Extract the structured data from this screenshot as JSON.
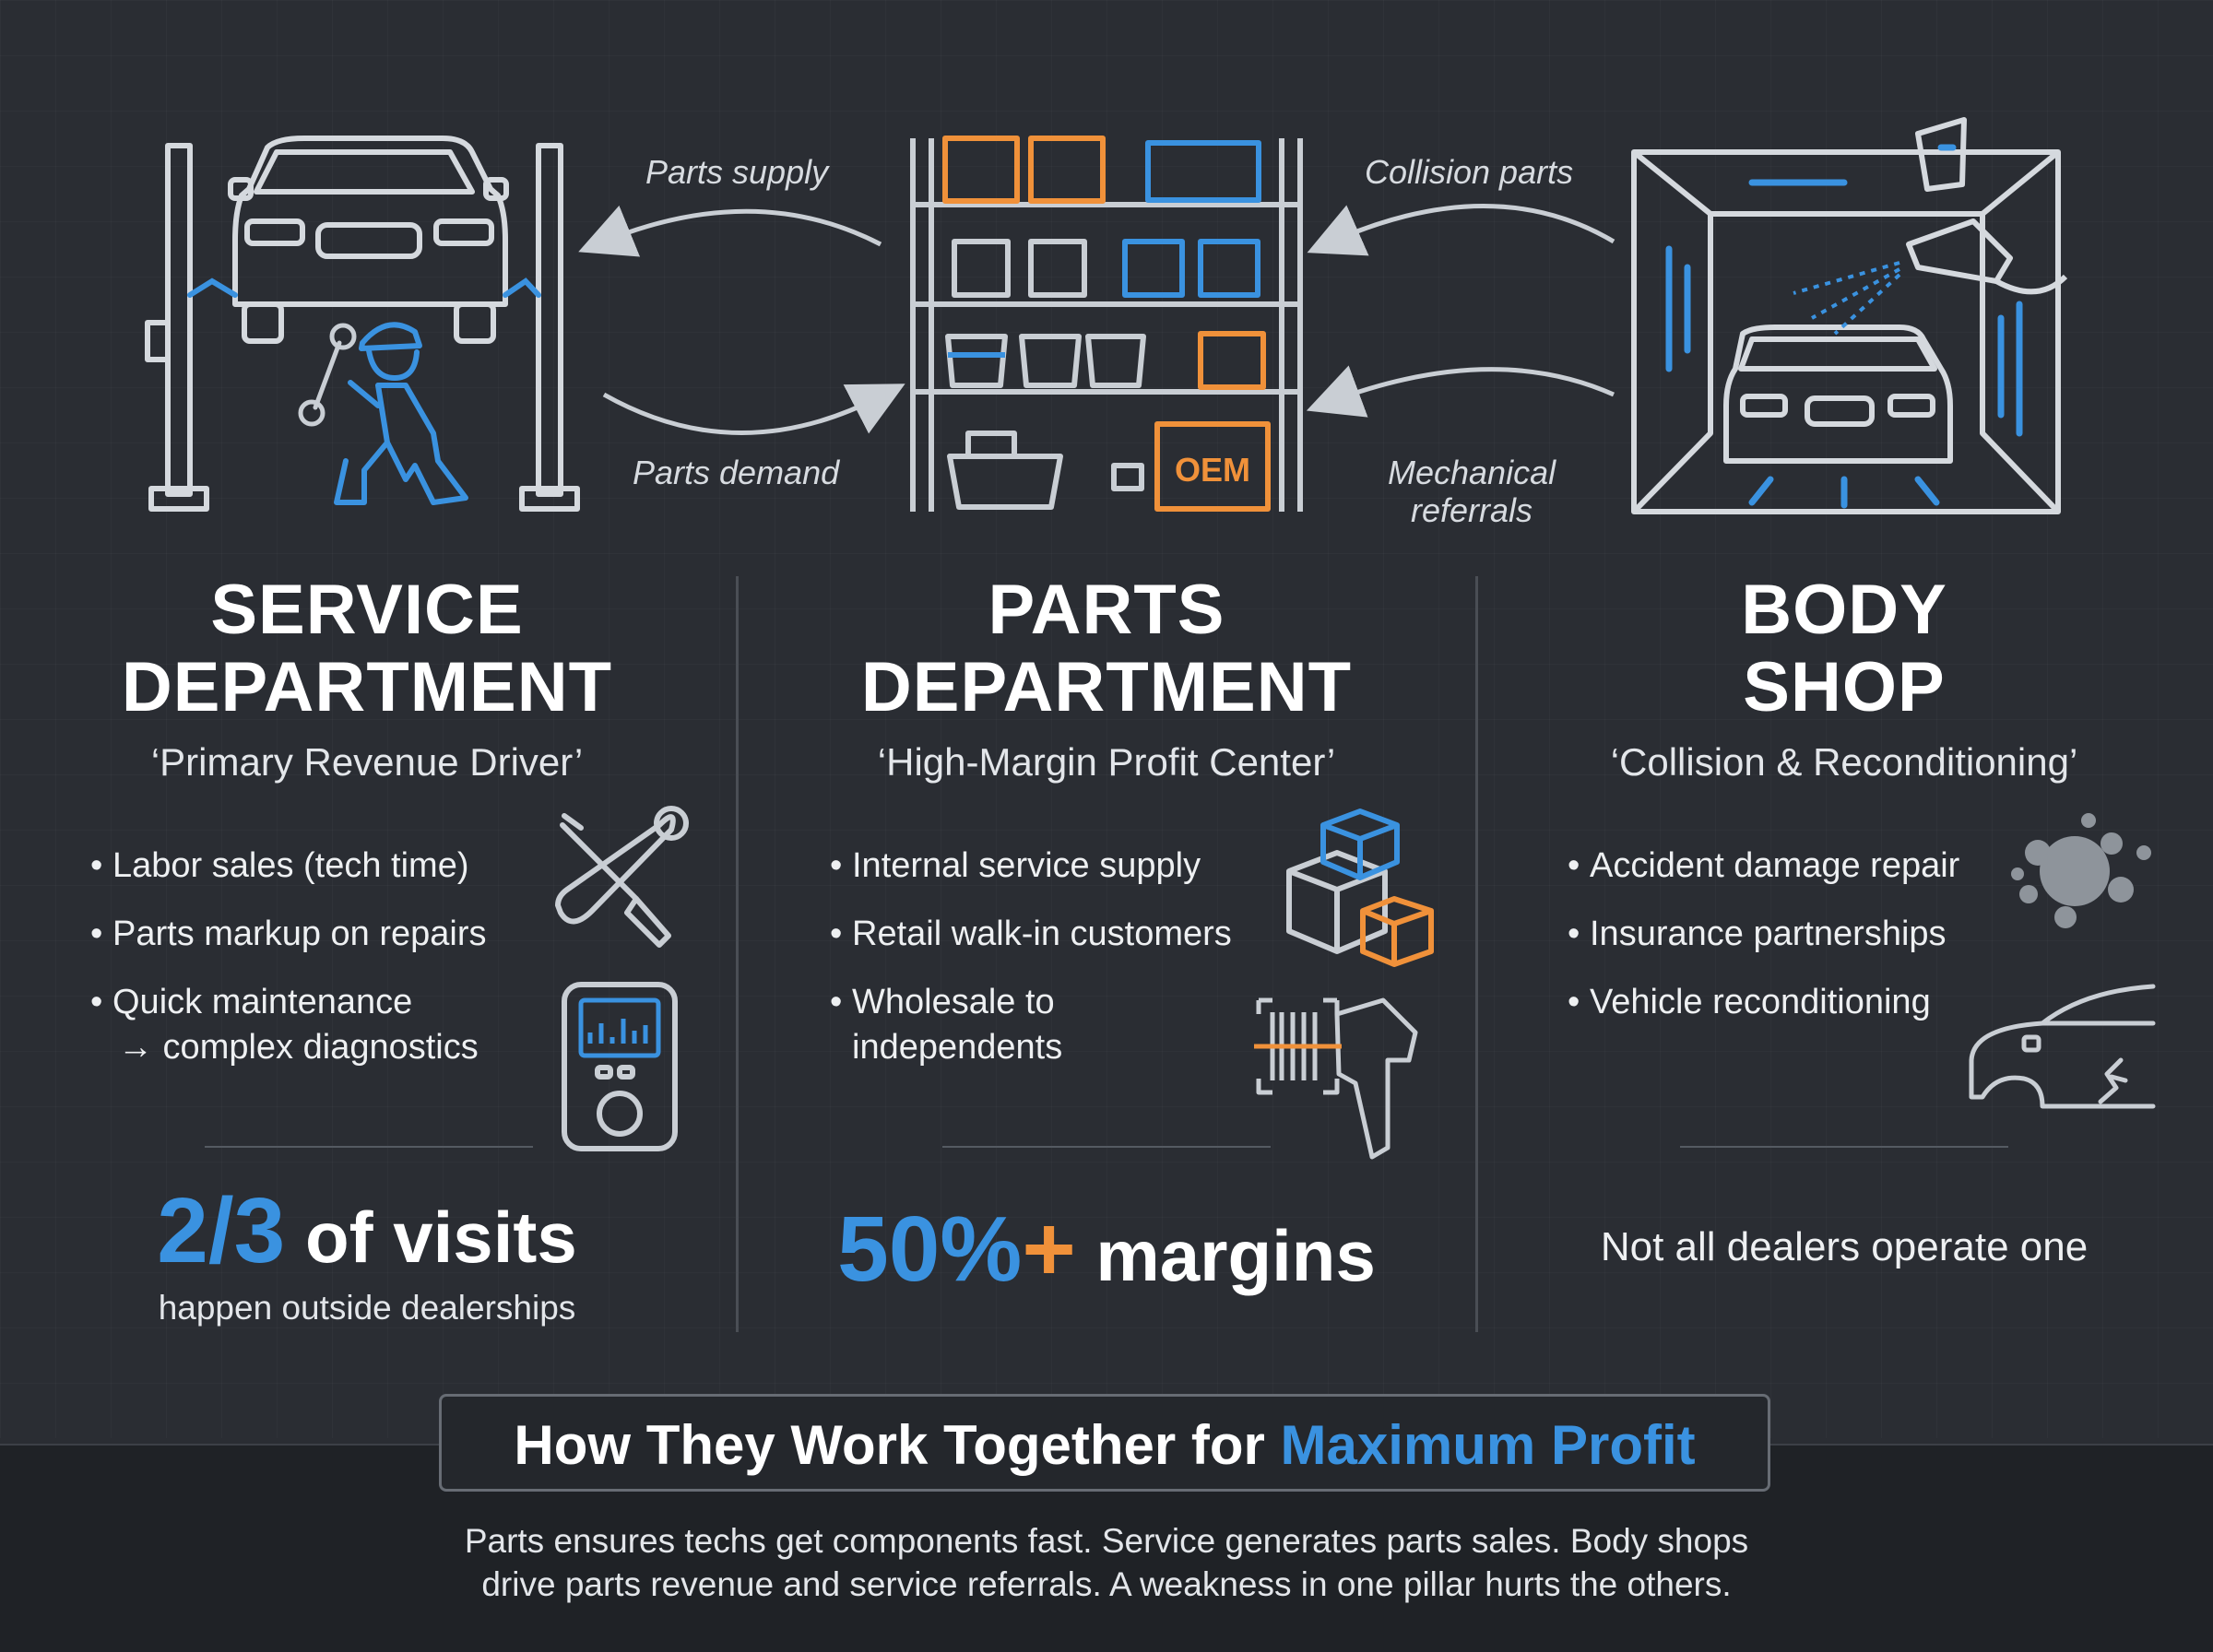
{
  "flows": {
    "parts_supply": "Parts supply",
    "parts_demand": "Parts demand",
    "collision_parts": "Collision parts",
    "mechanical_referrals_1": "Mechanical",
    "mechanical_referrals_2": "referrals"
  },
  "shelf": {
    "oem_label": "OEM"
  },
  "columns": [
    {
      "title_1": "SERVICE",
      "title_2": "DEPARTMENT",
      "subtitle": "‘Primary Revenue Driver’",
      "bullets": [
        "Labor sales (tech time)",
        "Parts markup on repairs",
        "Quick maintenance",
        "→ complex diagnostics"
      ],
      "stat_big": "2/3",
      "stat_rest": " of visits",
      "stat_small": "happen outside dealerships"
    },
    {
      "title_1": "PARTS",
      "title_2": "DEPARTMENT",
      "subtitle": "‘High-Margin Profit Center’",
      "bullets": [
        "Internal service supply",
        "Retail walk-in customers",
        "Wholesale to",
        "independents"
      ],
      "stat_big": "50%",
      "stat_plus": "+",
      "stat_rest": " margins"
    },
    {
      "title_1": "BODY",
      "title_2": "SHOP",
      "subtitle": "‘Collision & Reconditioning’",
      "bullets": [
        "Accident damage repair",
        "Insurance partnerships",
        "Vehicle reconditioning"
      ],
      "stat_text": "Not all dealers operate one"
    }
  ],
  "summary": {
    "title_plain": "How They Work Together for ",
    "title_accent": "Maximum Profit",
    "text_1": "Parts ensures techs get components fast. Service generates parts sales. Body shops",
    "text_2": "drive parts revenue and service referrals. A weakness in one pillar hurts the others."
  },
  "colors": {
    "accent_blue": "#3a92e0",
    "accent_orange": "#f0913a",
    "background": "#2a2d33"
  }
}
